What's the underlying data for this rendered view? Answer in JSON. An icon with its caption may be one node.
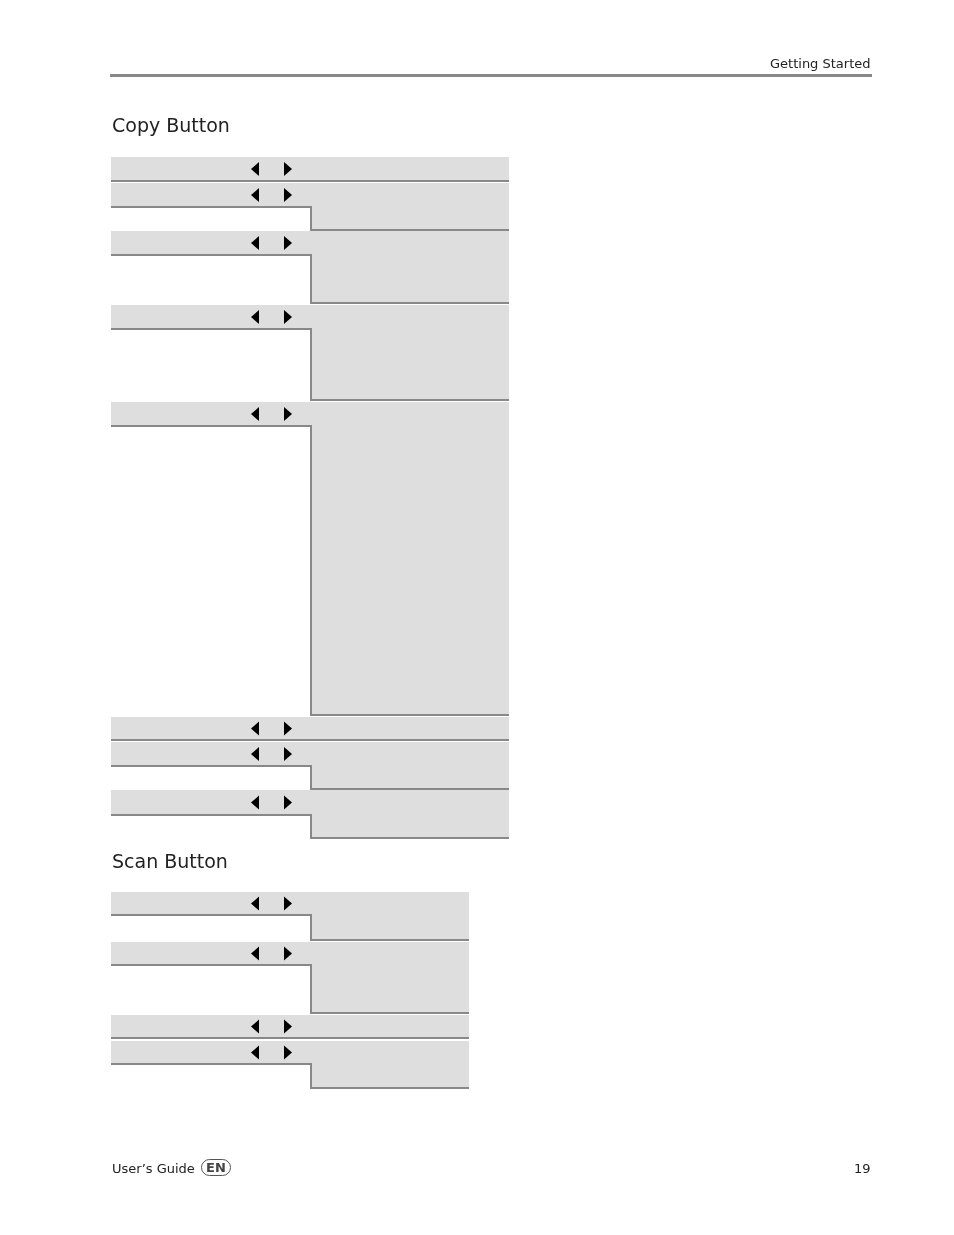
{
  "diagram": {
    "labels": [
      "Getting Started",
      "Copy Button",
      "Scan Button",
      "User’s Guide",
      "EN",
      "19"
    ]
  }
}
